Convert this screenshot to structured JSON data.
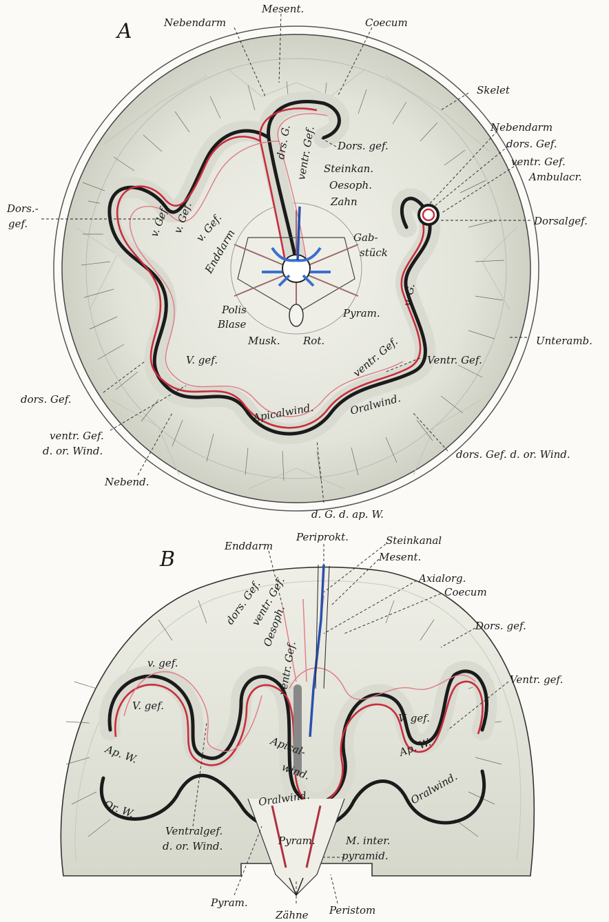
{
  "figure_a": {
    "panel_letter": "A",
    "labels": {
      "nebendarm_top": "Nebendarm",
      "mesent": "Mesent.",
      "coecum": "Coecum",
      "skelet": "Skelet",
      "nebendarm_right": "Nebendarm",
      "dors_gef_right": "dors. Gef.",
      "ventr_gef_right": "ventr. Gef.",
      "ambulacr": "Ambulacr.",
      "dors_gef_center": "Dors. gef.",
      "steinkan": "Steinkan.",
      "oesoph": "Oesoph.",
      "zahn": "Zahn",
      "dors_gef_left_1": "Dors.-",
      "dors_gef_left_2": "gef.",
      "dorsalgef": "Dorsalgef.",
      "gab": "Gab-",
      "stueck": "stück",
      "v_gef_a": "v. Gef.",
      "v_gef_b": "v. Gef.",
      "v_gef_c": "v. Gef.",
      "enddarm": "Enddarm",
      "drs_g": "drs. G.",
      "ventr_gef_vert": "ventr. Gef.",
      "v_g": "v. G.",
      "polis": "Polis",
      "blase": "Blase",
      "pyram": "Pyram.",
      "musk": "Musk.",
      "rot": "Rot.",
      "unteramb": "Unteramb.",
      "ventr_gef_inner": "ventr. Gef.",
      "ventr_gef_right_low": "Ventr. Gef.",
      "v_gef_low": "V. gef.",
      "dors_gef_left_low": "dors. Gef.",
      "oralwind": "Oralwind.",
      "apicalwind": "Apicalwind.",
      "ventr_gef_or_1": "ventr. Gef.",
      "ventr_gef_or_2": "d. or. Wind.",
      "dors_gef_or": "dors. Gef. d. or. Wind.",
      "nebend": "Nebend.",
      "dgdapw": "d. G. d. ap. W."
    }
  },
  "figure_b": {
    "panel_letter": "B",
    "labels": {
      "enddarm": "Enddarm",
      "periprokt": "Periprokt.",
      "steinkanal": "Steinkanal",
      "mesent": "Mesent.",
      "axialorg": "Axialorg.",
      "coecum": "Coecum",
      "dors_gef_top": "dors. Gef.",
      "ventr_gef_top": "ventr. Gef.",
      "oesoph": "Oesoph.",
      "dors_gef_right": "Dors. gef.",
      "ventr_gef_vert": "ventr. Gef.",
      "ventr_gef_right": "Ventr. gef.",
      "v_gef_1": "v. gef.",
      "v_gef_2": "V. gef.",
      "ap_w_left": "Ap. W.",
      "ap_w_right": "Ap. W.",
      "v_gef_right": "V. gef.",
      "apical": "Apical-",
      "wind": "wind.",
      "or_w": "Or. W.",
      "oralwind_center": "Oralwind.",
      "oralwind_right": "Oralwind.",
      "ventralgef_1": "Ventralgef.",
      "ventralgef_2": "d. or. Wind.",
      "pyram_center": "Pyram.",
      "m_inter_1": "M. inter.",
      "m_inter_2": "pyramid.",
      "pyram_bottom": "Pyram.",
      "zaehne": "Zähne",
      "peristom": "Peristom"
    }
  },
  "colors": {
    "paper": "#fbfaf6",
    "shell_fill": "#e8e9e0",
    "blood_vessel_red": "#c92c3c",
    "stone_canal_blue": "#2a4fae",
    "gut_outline": "#1b1b1b"
  }
}
